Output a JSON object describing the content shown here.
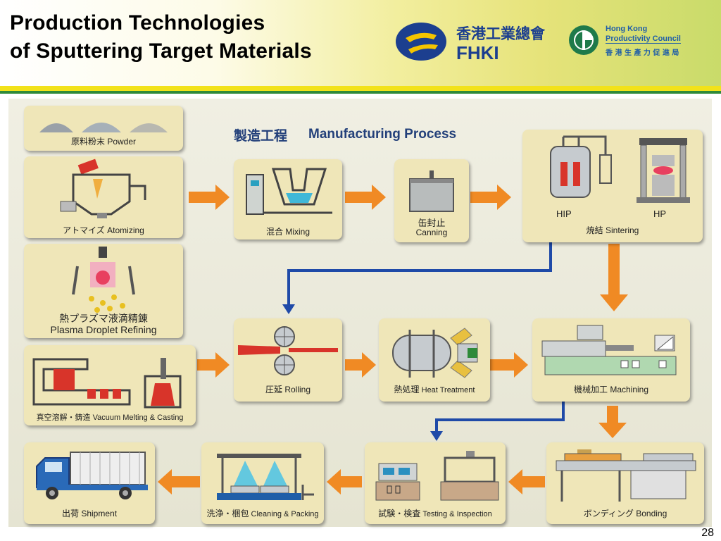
{
  "title": {
    "line1": "Production Technologies",
    "line2": "of Sputtering Target Materials"
  },
  "logos": {
    "fhki": {
      "chinese": "香港工業總會",
      "english": "FHKI"
    },
    "hkpc": {
      "line1": "Hong Kong",
      "line2": "Productivity Council",
      "chinese": "香 港 生 產 力 促 進 局"
    }
  },
  "diagram": {
    "heading_jp": "製造工程",
    "heading_en": "Manufacturing Process",
    "steps": {
      "powder": {
        "jp": "原料粉末",
        "en": "Powder"
      },
      "atomizing": {
        "jp": "アトマイズ",
        "en": "Atomizing"
      },
      "plasma": {
        "jp": "熱プラズマ液滴精錬",
        "en": "Plasma Droplet Refining"
      },
      "vacuum": {
        "jp": "真空溶解・鋳造",
        "en": "Vacuum Melting & Casting"
      },
      "mixing": {
        "jp": "混合",
        "en": "Mixing"
      },
      "canning": {
        "jp": "缶封止",
        "en": "Canning"
      },
      "sintering": {
        "jp": "焼結",
        "en": "Sintering",
        "hip": "HIP",
        "hp": "HP"
      },
      "rolling": {
        "jp": "圧延",
        "en": "Rolling"
      },
      "heat": {
        "jp": "熱処理",
        "en": "Heat Treatment"
      },
      "machining": {
        "jp": "機械加工",
        "en": "Machining"
      },
      "bonding": {
        "jp": "ボンディング",
        "en": "Bonding"
      },
      "testing": {
        "jp": "試験・検査",
        "en": "Testing & Inspection"
      },
      "cleaning": {
        "jp": "洗浄・梱包",
        "en": "Cleaning & Packing"
      },
      "shipment": {
        "jp": "出荷",
        "en": "Shipment"
      }
    }
  },
  "page_number": "28",
  "colors": {
    "arrow_orange": "#f08a24",
    "arrow_blue": "#1f4aa8",
    "box_fill": "#efe6b8",
    "heading_blue": "#23407a"
  }
}
